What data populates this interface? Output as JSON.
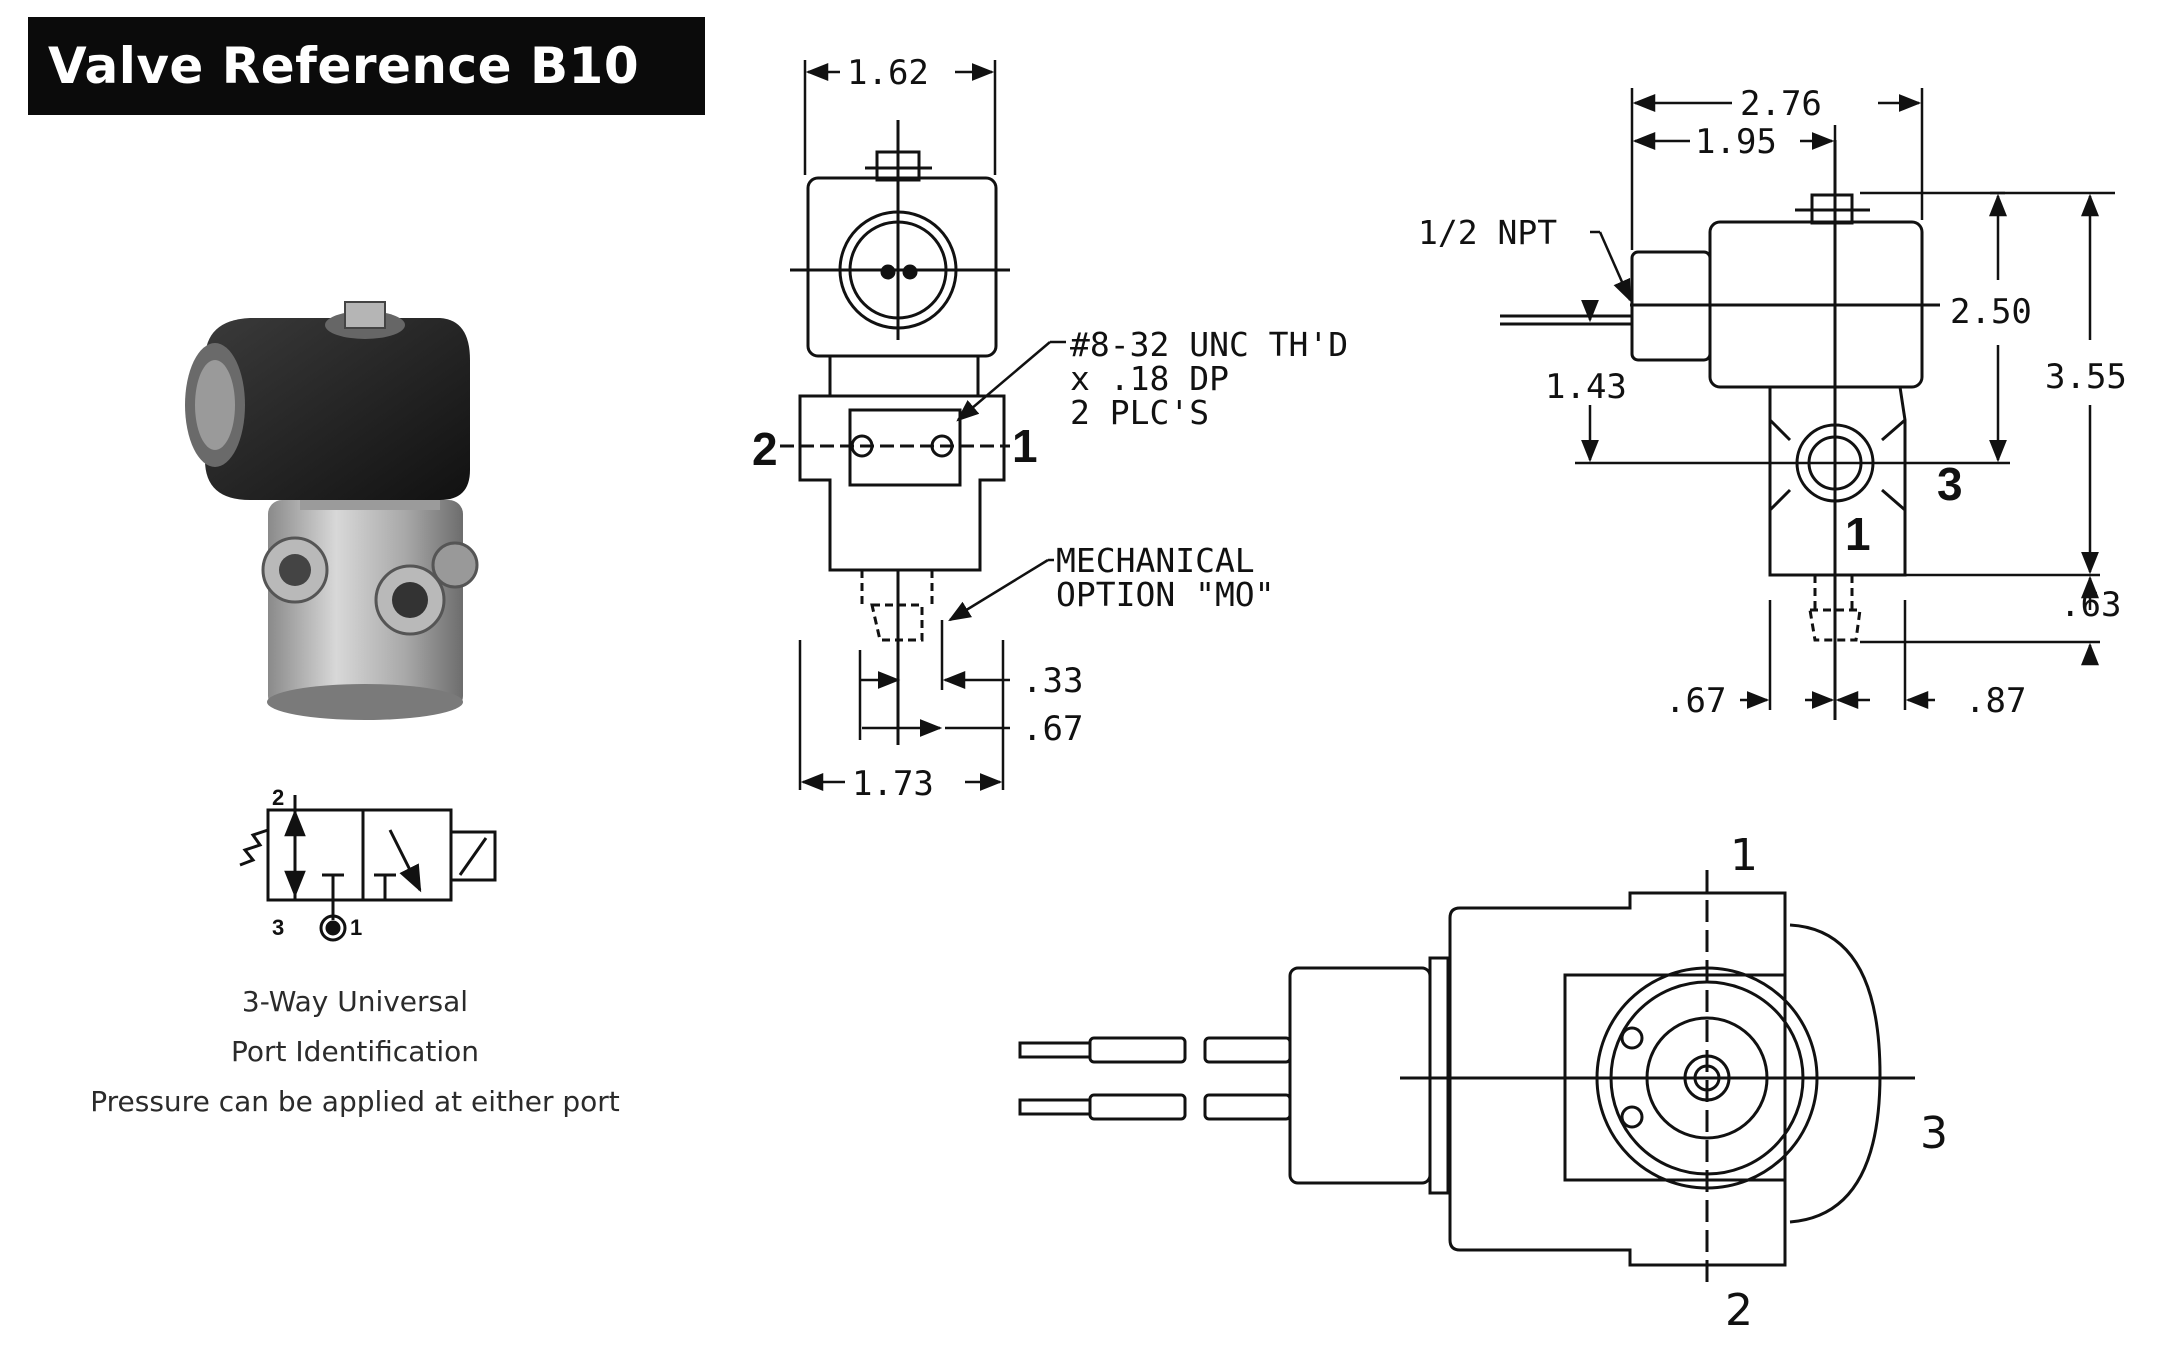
{
  "title": "Valve Reference B10",
  "caption": {
    "line1": "3-Way Universal",
    "line2": "Port Identification",
    "line3": "Pressure can be applied at either port"
  },
  "front_view": {
    "top_width": "1.62",
    "thread_note_line1": "#8-32 UNC TH'D",
    "thread_note_line2": "x .18 DP",
    "thread_note_line3": "2 PLC'S",
    "mechanical_note_line1": "MECHANICAL",
    "mechanical_note_line2": "OPTION \"MO\"",
    "dim_33": ".33",
    "dim_67": ".67",
    "bottom_width": "1.73",
    "port_left": "2",
    "port_right": "1"
  },
  "side_view": {
    "overall_width": "2.76",
    "inner_width": "1.95",
    "npt_note": "1/2 NPT",
    "height_250": "2.50",
    "height_355": "3.55",
    "height_143": "1.43",
    "dim_63": ".63",
    "dim_67": ".67",
    "dim_87": ".87",
    "port_3": "3",
    "port_1": "1"
  },
  "bottom_view": {
    "port_top": "1",
    "port_right": "3",
    "port_bottom": "2"
  },
  "symbol": {
    "port_2": "2",
    "port_3": "3",
    "port_1": "1"
  }
}
